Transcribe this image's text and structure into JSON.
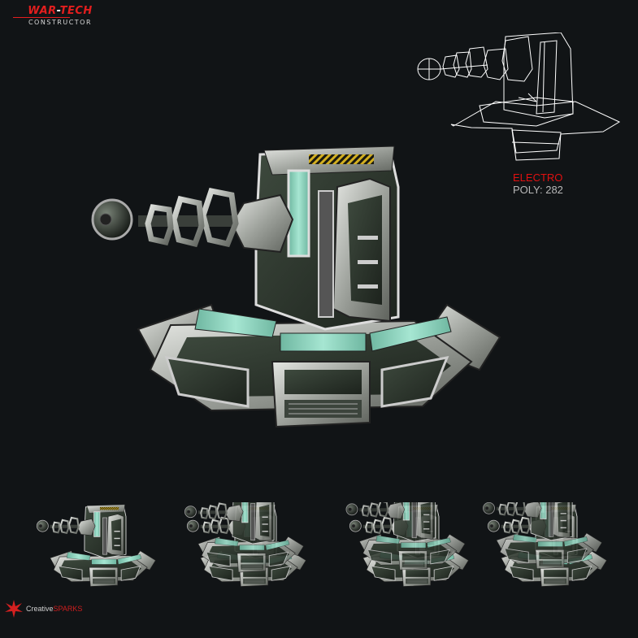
{
  "logo": {
    "brand_part1": "WAR",
    "brand_dash": "-",
    "brand_part2": "TECH",
    "subtitle": "CONSTRUCTOR",
    "color_brand": "#e31e1e"
  },
  "model": {
    "name": "ELECTRO",
    "poly_label": "POLY: 282",
    "name_color": "#e01010",
    "poly_color": "#b8b8b8"
  },
  "views": {
    "main_render": "turret-render-icon",
    "wireframe": "turret-wireframe-icon",
    "variants": [
      {
        "id": "variant-1",
        "barrels": 2
      },
      {
        "id": "variant-2",
        "barrels": 3
      },
      {
        "id": "variant-3",
        "barrels": 4
      },
      {
        "id": "variant-4",
        "barrels": 5
      }
    ]
  },
  "footer": {
    "creative": "Creative",
    "sparks": "SPARKS",
    "icon": "star-icon"
  },
  "colors": {
    "background": "#111416",
    "metal": "#b9bdb8",
    "dark_panel": "#2c342c",
    "glow": "#8fd6c0",
    "hazard": "#c9a814"
  }
}
